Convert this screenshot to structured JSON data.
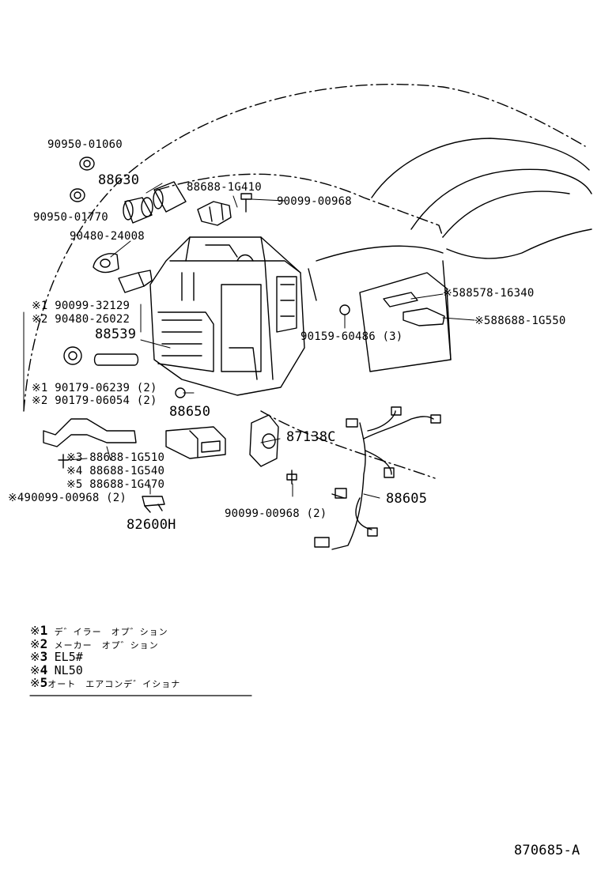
{
  "diagram_code": "870685-A",
  "callouts": {
    "p9095001060": "90950-01060",
    "p88630": "88630",
    "p886881G410": "88688-1G410",
    "p9009900968a": "90099-00968",
    "p9095001770": "90950-01770",
    "p9048024008": "90480-24008",
    "p1_9009932129": "※1 90099-32129",
    "p2_9048026022": "※2 90480-26022",
    "p88539": "88539",
    "p1_9017906239": "※1 90179-06239 (2)",
    "p2_9017906054": "※2 90179-06054 (2)",
    "p88650": "88650",
    "p87138C": "87138C",
    "p3_886881G510": "※3 88688-1G510",
    "p4_886881G540": "※4 88688-1G540",
    "p5_886881G470": "※5 88688-1G470",
    "p4_9009900968": "※490099-00968 (2)",
    "p82600H": "82600H",
    "p9009900968b": "90099-00968 (2)",
    "p88605": "88605",
    "p5_8857816340": "※588578-16340",
    "p5_886881G550": "※588688-1G550",
    "p9015960486": "90159-60486 (3)"
  },
  "legend": [
    {
      "mark": "※",
      "num": "1",
      "text": "デ゛イラー　オプ゛ション"
    },
    {
      "mark": "※",
      "num": "2",
      "text": "メーカー　オプ゛ション"
    },
    {
      "mark": "※",
      "num": "3",
      "text": "EL5#"
    },
    {
      "mark": "※",
      "num": "4",
      "text": "NL50"
    },
    {
      "mark": "※",
      "num": "5",
      "text": "オート　エアコンデ゛イショナ"
    }
  ]
}
